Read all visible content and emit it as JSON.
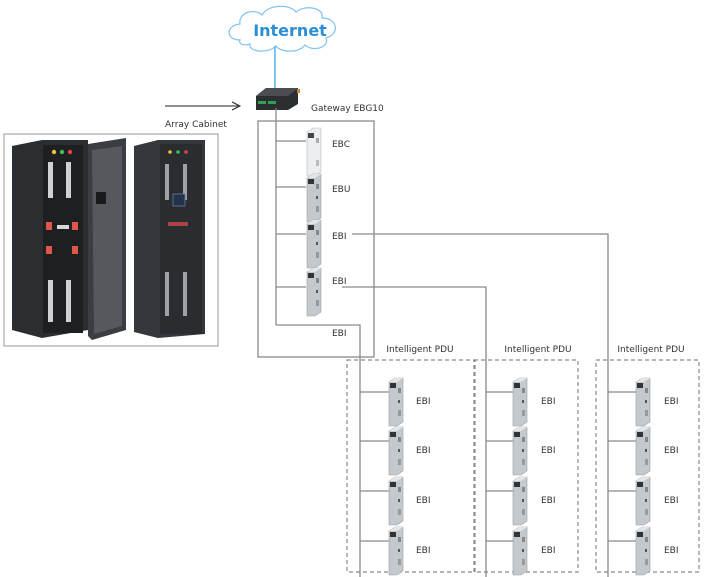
{
  "cloud": {
    "label": "Internet",
    "color": "#2a8fd6"
  },
  "gateway": {
    "label": "Gateway EBG10"
  },
  "cabinet": {
    "label": "Array Cabinet"
  },
  "gateway_modules": [
    {
      "label": "EBC"
    },
    {
      "label": "EBU"
    },
    {
      "label": "EBI"
    },
    {
      "label": "EBI"
    },
    {
      "label": "EBI"
    }
  ],
  "pdus": [
    {
      "title": "Intelligent PDU",
      "modules": [
        "EBI",
        "EBI",
        "EBI",
        "EBI"
      ]
    },
    {
      "title": "Intelligent PDU",
      "modules": [
        "EBI",
        "EBI",
        "EBI",
        "EBI"
      ]
    },
    {
      "title": "Intelligent PDU",
      "modules": [
        "EBI",
        "EBI",
        "EBI",
        "EBI"
      ]
    }
  ],
  "colors": {
    "wire": "#8a8a8a",
    "cabinet": "#2e3236",
    "module": "#c4c9cd",
    "module_light": "#e6e8ea"
  }
}
